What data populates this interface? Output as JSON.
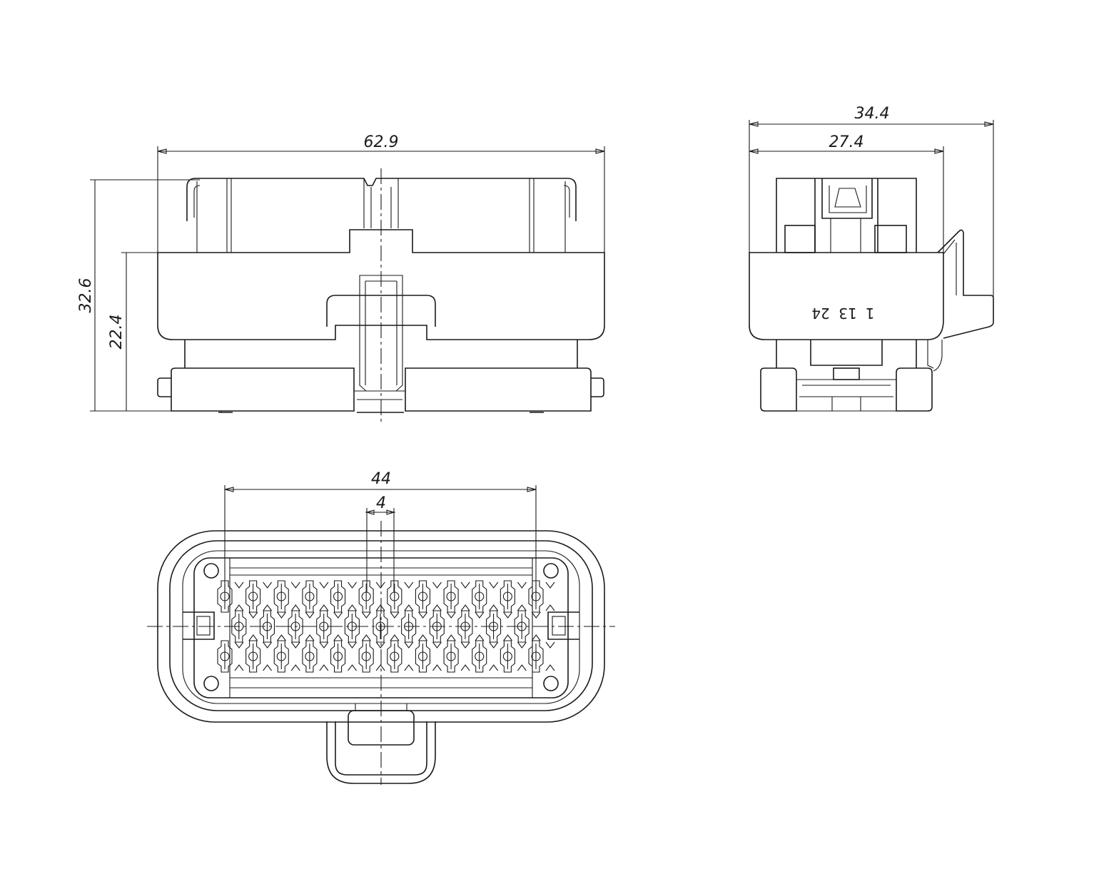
{
  "dimensions": {
    "front_width": "62.9",
    "front_height_total": "32.6",
    "front_height_body": "22.4",
    "side_width_total": "34.4",
    "side_width_body": "27.4",
    "face_pin_span": "44",
    "face_pin_pitch": "4"
  },
  "pin_markings": [
    "1",
    "13",
    "24"
  ],
  "pin_layout": {
    "row1_count": 12,
    "row2_count": 11,
    "row3_count": 12
  },
  "colors": {
    "stroke": "#1a1a1a",
    "background": "#ffffff"
  }
}
